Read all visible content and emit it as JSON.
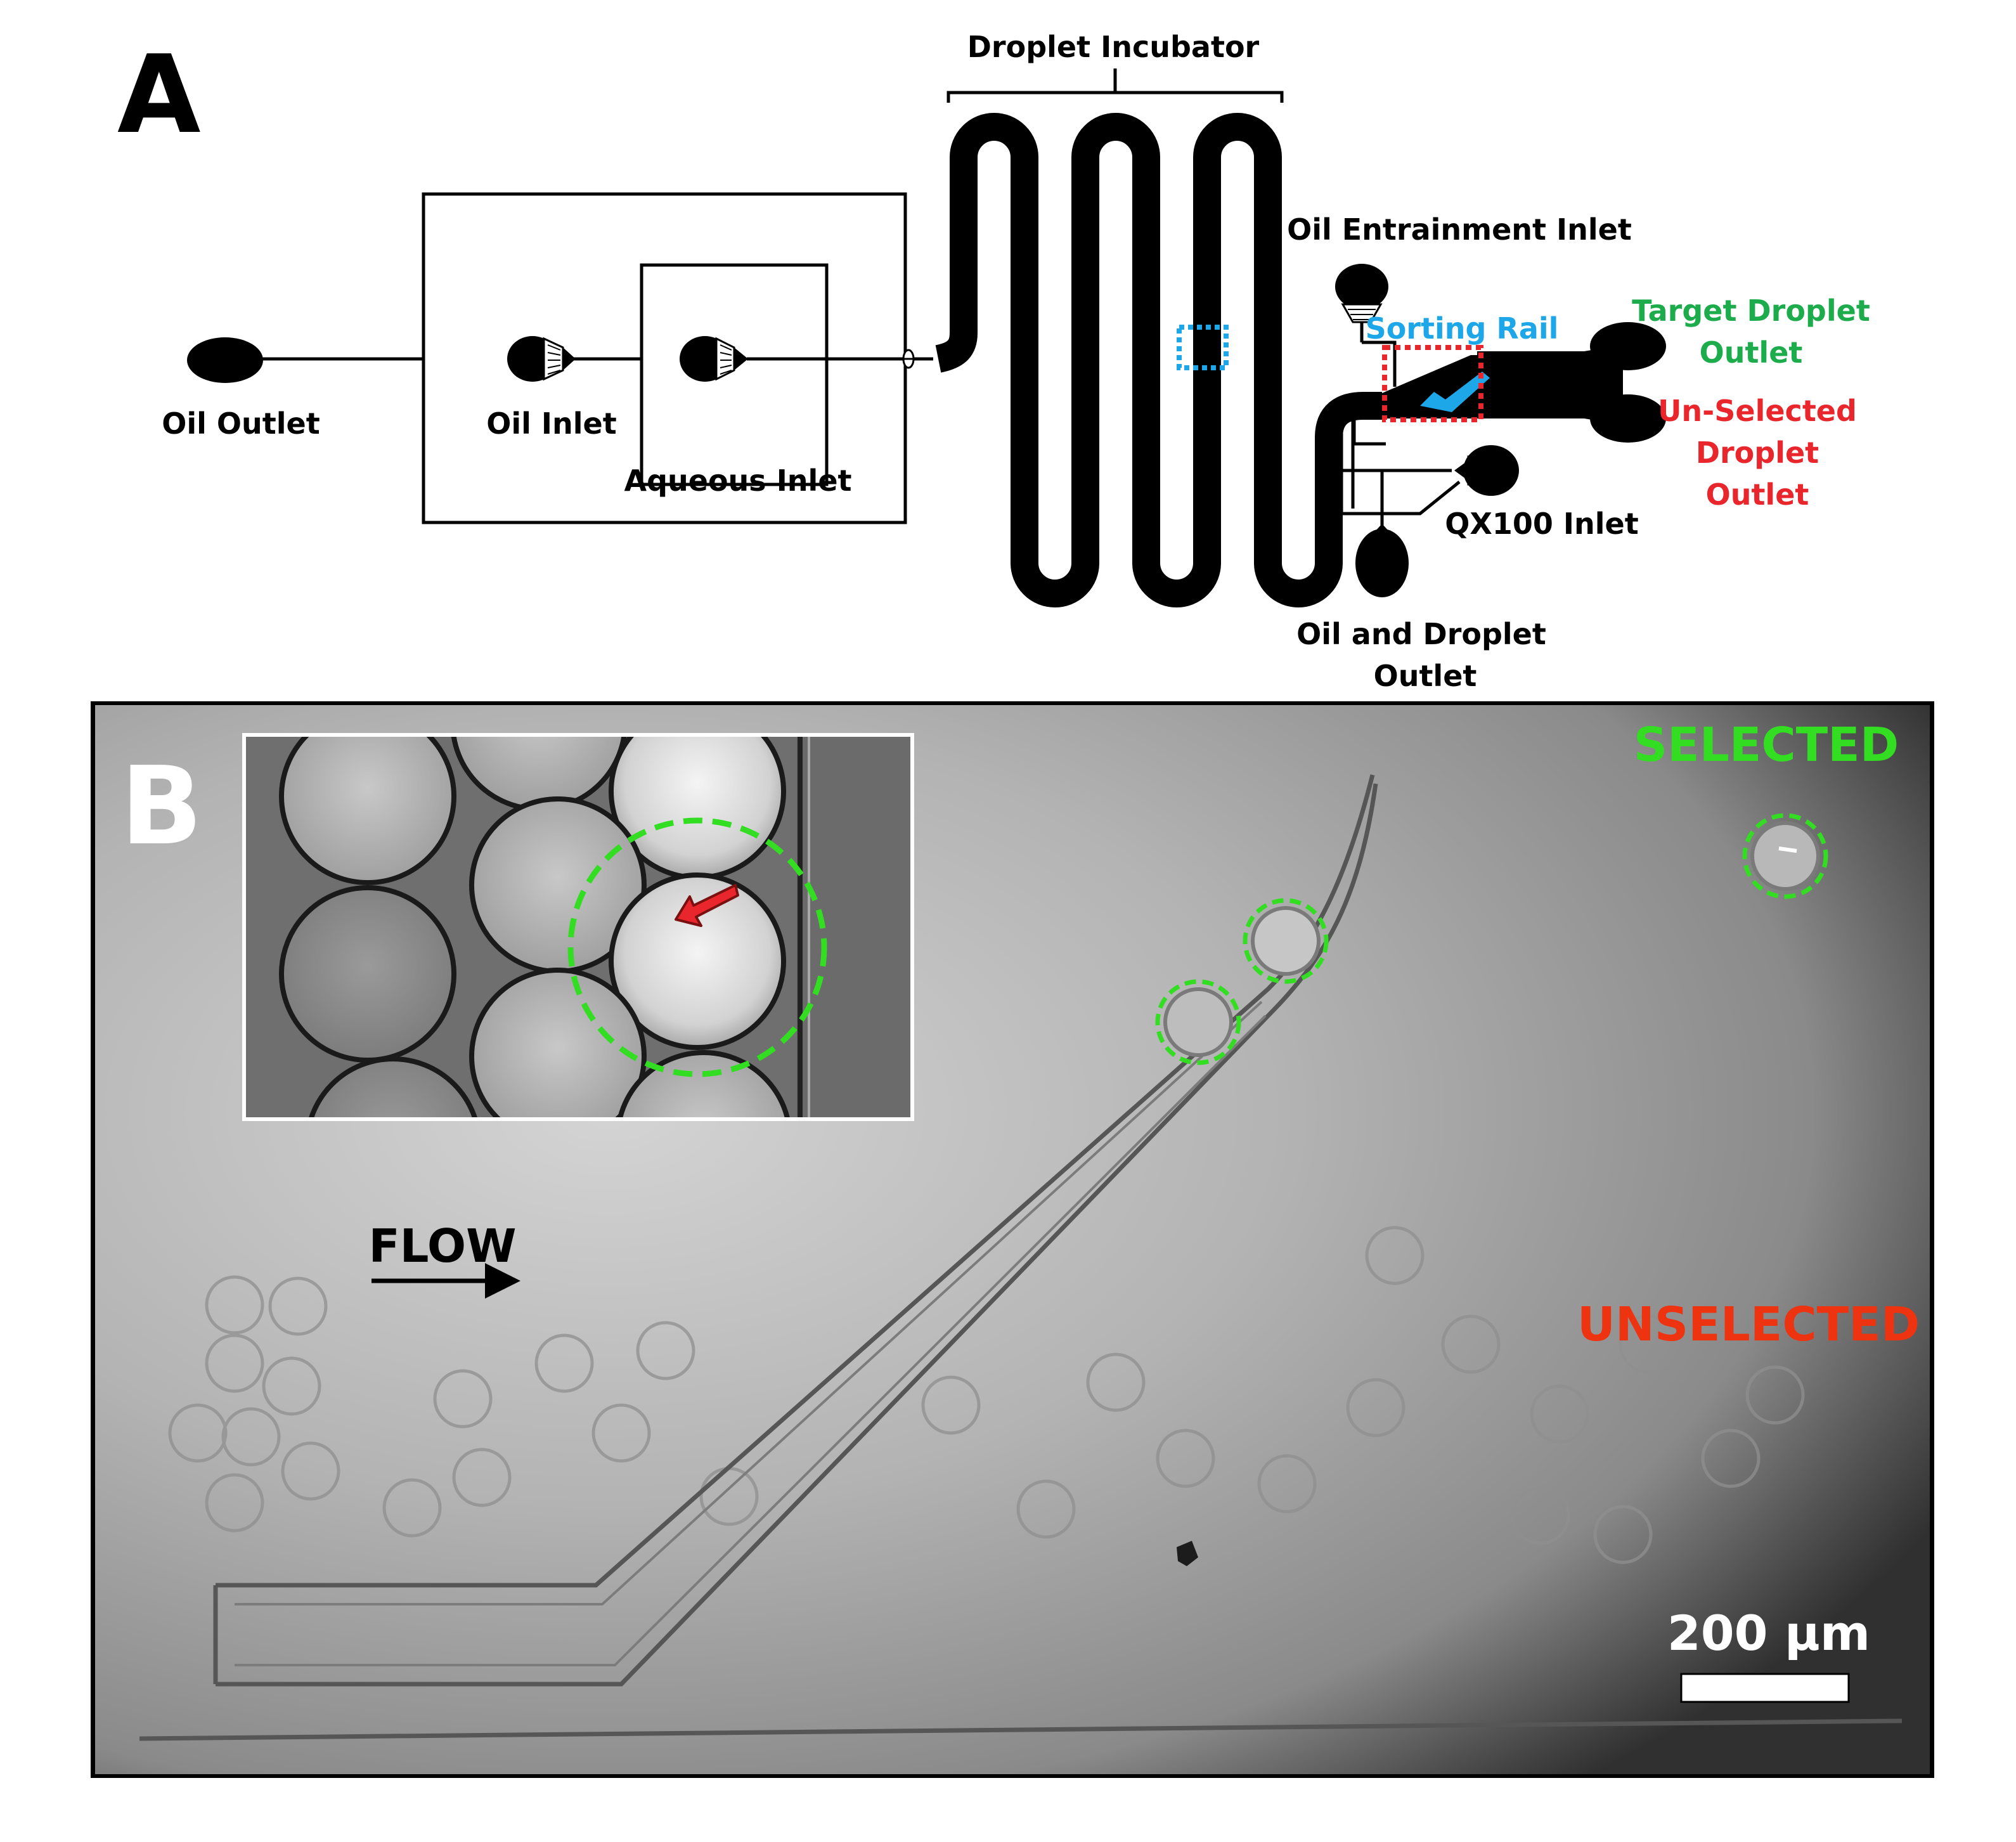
{
  "panel_a": {
    "letter": "A",
    "labels": {
      "droplet_incubator": "Droplet Incubator",
      "oil_entrainment_inlet": "Oil Entrainment Inlet",
      "sorting_rail": "Sorting Rail",
      "target_outlet_line1": "Target Droplet",
      "target_outlet_line2": "Outlet",
      "unselected_outlet_line1": "Un-Selected",
      "unselected_outlet_line2": "Droplet",
      "unselected_outlet_line3": "Outlet",
      "oil_outlet": "Oil Outlet",
      "oil_inlet": "Oil Inlet",
      "aqueous_inlet": "Aqueous Inlet",
      "qx100_inlet": "QX100 Inlet",
      "oil_droplet_outlet_line1": "Oil and Droplet",
      "oil_droplet_outlet_line2": "Outlet"
    }
  },
  "panel_b": {
    "letter": "B",
    "labels": {
      "selected": "SELECTED",
      "unselected": "UNSELECTED",
      "flow": "FLOW",
      "scale_bar": "200 μm"
    }
  },
  "colors": {
    "channel": "#000000",
    "sorting_rail": "#1ea7e8",
    "target": "#1dac4b",
    "unselected": "#e8262c",
    "selected_text": "#33dd22",
    "unselected_text": "#ee3311",
    "highlight_circle": "#33dd22",
    "arrow_red": "#e8262c"
  }
}
